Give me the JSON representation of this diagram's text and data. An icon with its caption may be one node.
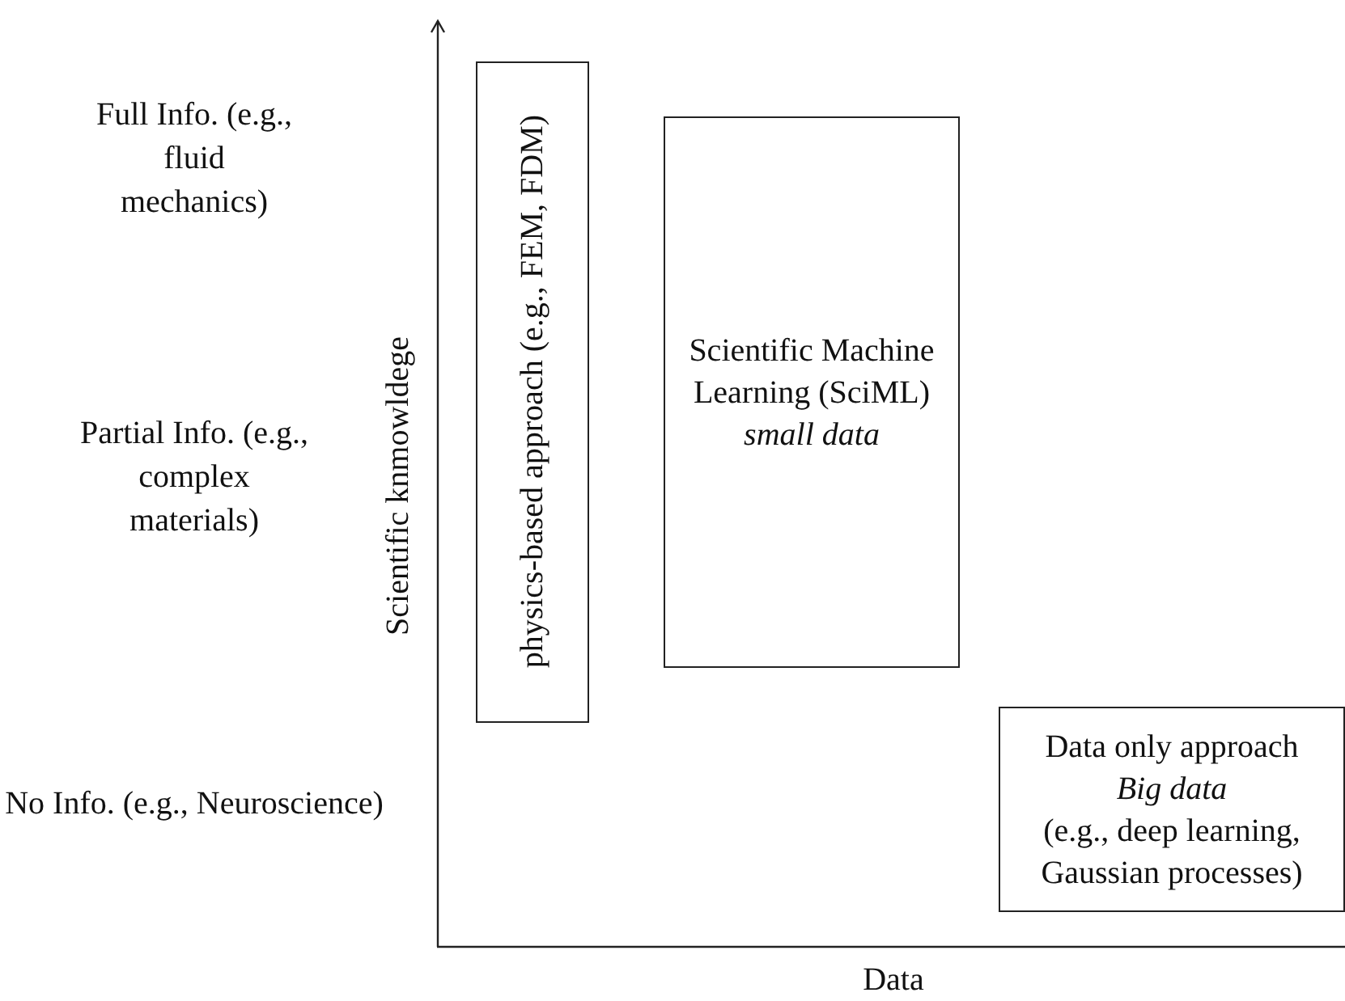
{
  "diagram": {
    "nodes": [
      {
        "text": [
          "physics-based approach (e.g., FEM, FDM)"
        ]
      },
      {
        "text": [
          "Scientific Machine Learning (SciML)",
          "small data"
        ]
      },
      {
        "text": [
          "Data only approach",
          "Big data",
          "(e.g., deep learning, Gaussian processes)"
        ]
      }
    ],
    "labels": [
      "Full Info. (e.g., fluid mechanics)",
      "Partial Info. (e.g., complex materials)",
      "No Info. (e.g., Neuroscience)",
      "Scientific knmowldege",
      "Data"
    ]
  }
}
